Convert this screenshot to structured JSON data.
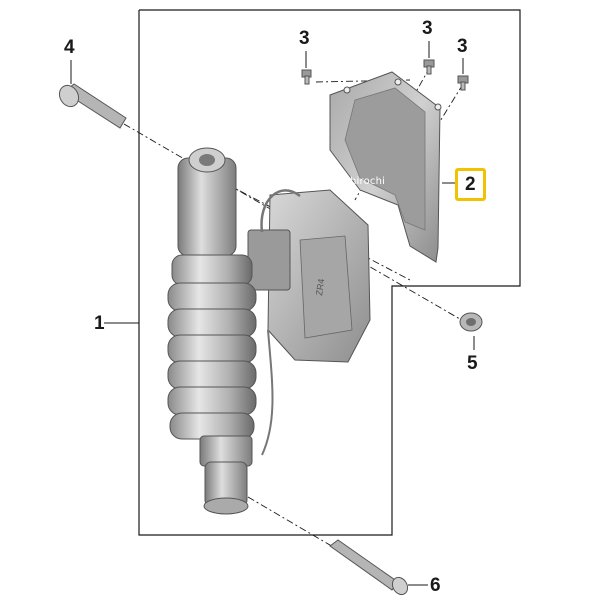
{
  "callouts": {
    "part1": "1",
    "part2": "2",
    "part3a": "3",
    "part3b": "3",
    "part3c": "3",
    "part4": "4",
    "part5": "5",
    "part6": "6"
  },
  "watermark": "hirochi",
  "label_embossed": "ZR4",
  "colors": {
    "highlight_box": "#f2c200",
    "line": "#1a1a1a",
    "part_fill": "#bdbdbd",
    "part_dark": "#6e6e6e"
  }
}
